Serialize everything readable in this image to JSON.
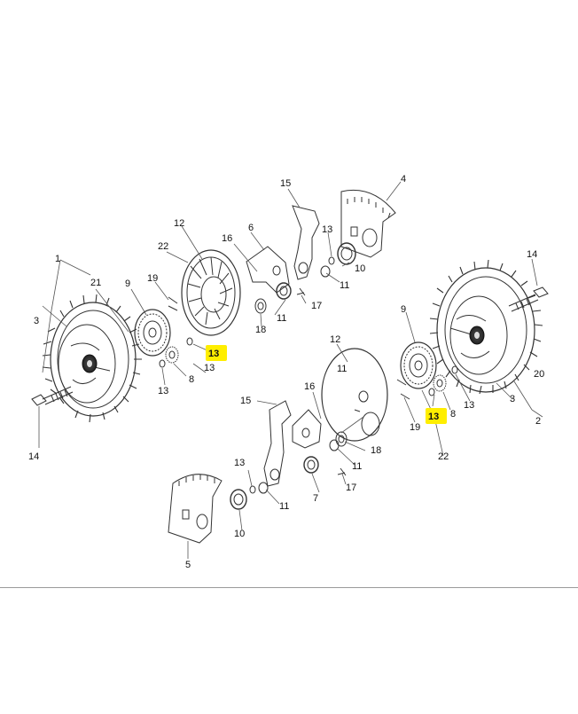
{
  "colors": {
    "highlight": "#ffee00",
    "line": "#333333",
    "ink": "#111111",
    "rule": "#9a9a9a"
  },
  "labels": {
    "lbl_1": "1",
    "lbl_2": "2",
    "lbl_3a": "3",
    "lbl_3b": "3",
    "lbl_4": "4",
    "lbl_5": "5",
    "lbl_6": "6",
    "lbl_7": "7",
    "lbl_8a": "8",
    "lbl_8b": "8",
    "lbl_9a": "9",
    "lbl_9b": "9",
    "lbl_10a": "10",
    "lbl_10b": "10",
    "lbl_11a": "11",
    "lbl_11b": "11",
    "lbl_11c": "11",
    "lbl_11d": "11",
    "lbl_11e": "11",
    "lbl_12a": "12",
    "lbl_12b": "12",
    "lbl_13a": "13",
    "lbl_13b": "13",
    "lbl_13c": "13",
    "lbl_13d": "13",
    "lbl_13e": "13",
    "lbl_13f": "13",
    "lbl_13g": "13",
    "lbl_14a": "14",
    "lbl_14b": "14",
    "lbl_15a": "15",
    "lbl_15b": "15",
    "lbl_16a": "16",
    "lbl_16b": "16",
    "lbl_17a": "17",
    "lbl_17b": "17",
    "lbl_18a": "18",
    "lbl_18b": "18",
    "lbl_19a": "19",
    "lbl_19b": "19",
    "lbl_20": "20",
    "lbl_21": "21",
    "lbl_22a": "22",
    "lbl_22b": "22"
  }
}
